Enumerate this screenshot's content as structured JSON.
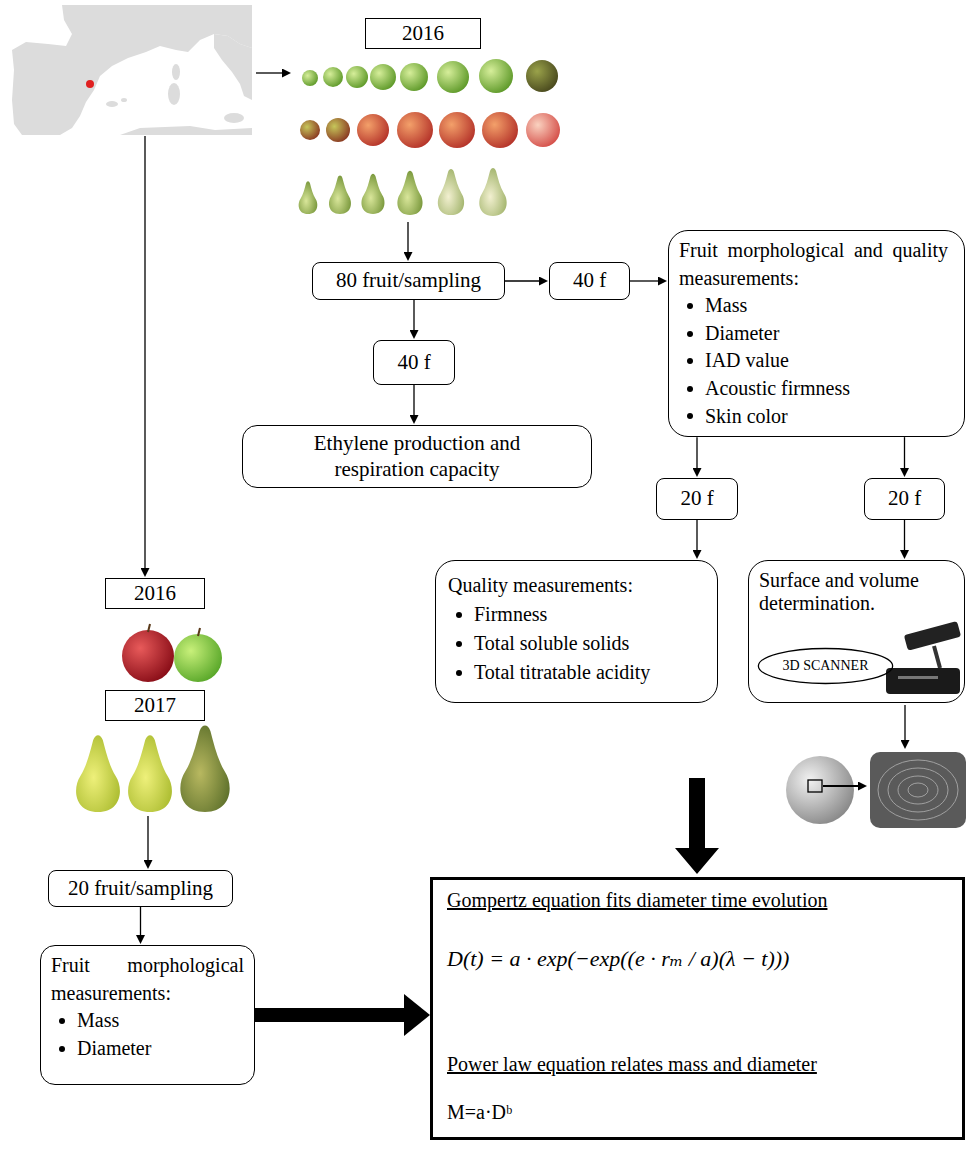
{
  "diagram": {
    "nodes": [
      {
        "text": [
          "2016"
        ]
      },
      {
        "text": [
          "80 fruit/sampling"
        ]
      },
      {
        "text": [
          "40 f"
        ]
      },
      {
        "text": [
          "Fruit morphological and quality measurements:",
          "Mass",
          "Diameter",
          "IAD value",
          "Acoustic firmness",
          "Skin color"
        ]
      },
      {
        "text": [
          "40 f"
        ]
      },
      {
        "text": [
          "Ethylene production and respiration capacity"
        ]
      },
      {
        "text": [
          "20 f"
        ]
      },
      {
        "text": [
          "20 f"
        ]
      },
      {
        "text": [
          "Quality measurements:",
          "Firmness",
          "Total soluble solids",
          "Total titratable acidity"
        ]
      },
      {
        "text": [
          "Surface and volume determination."
        ]
      },
      {
        "text": [
          "3D SCANNER"
        ],
        "in": 9
      },
      {
        "text": [
          "2016"
        ]
      },
      {
        "text": [
          "2017"
        ]
      },
      {
        "text": [
          "20 fruit/sampling"
        ]
      },
      {
        "text": [
          "Fruit morphological measurements:",
          "Mass",
          "Diameter"
        ]
      },
      {
        "text": [
          "Gompertz equation fits diameter time evolution",
          "D(t) = a · exp(−exp((e · rₘ / a)(λ − t)))",
          "Power law equation relates mass and diameter",
          "M=a·Dᵇ"
        ]
      }
    ],
    "edges": [
      {
        "from": 1,
        "to": 2,
        "arrow": "to"
      },
      {
        "from": 2,
        "to": 3,
        "arrow": "to"
      },
      {
        "from": 1,
        "to": 4,
        "arrow": "to"
      },
      {
        "from": 4,
        "to": 5,
        "arrow": "to"
      },
      {
        "from": 3,
        "to": 6,
        "arrow": "to"
      },
      {
        "from": 3,
        "to": 7,
        "arrow": "to"
      },
      {
        "from": 6,
        "to": 8,
        "arrow": "to"
      },
      {
        "from": 7,
        "to": 9,
        "arrow": "to"
      },
      {
        "from": 13,
        "to": 14,
        "arrow": "to"
      },
      {
        "from": 14,
        "to": 15,
        "arrow": "to"
      }
    ]
  }
}
